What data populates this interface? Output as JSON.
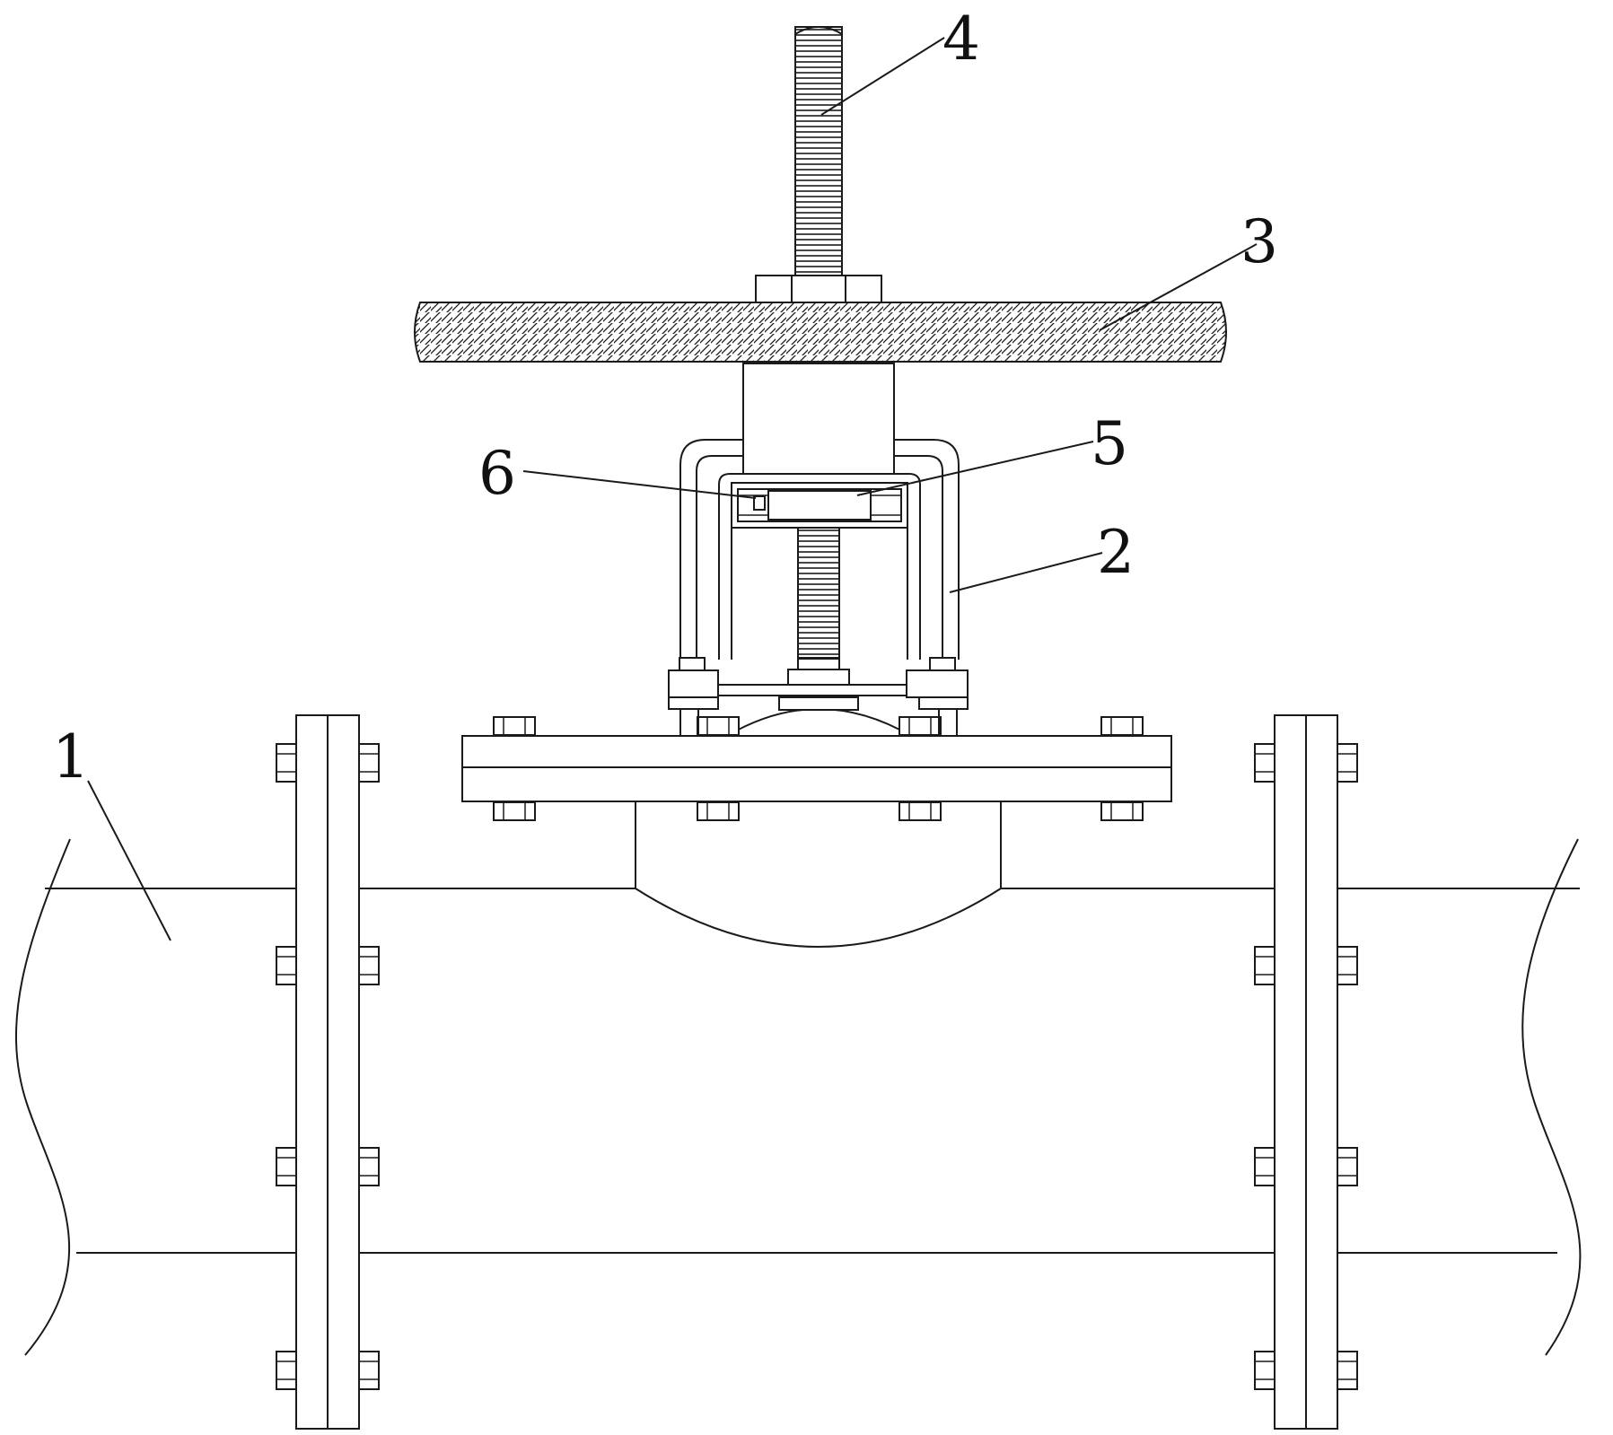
{
  "figure": {
    "callouts": [
      {
        "id": "1",
        "text": "1",
        "part": "pipe"
      },
      {
        "id": "2",
        "text": "2",
        "part": "bracket"
      },
      {
        "id": "3",
        "text": "3",
        "part": "handwheel"
      },
      {
        "id": "4",
        "text": "4",
        "part": "screw-stem"
      },
      {
        "id": "5",
        "text": "5",
        "part": "slider-block"
      },
      {
        "id": "6",
        "text": "6",
        "part": "sensor"
      }
    ]
  },
  "colors": {
    "line": "#1a1a1a",
    "background": "#ffffff"
  }
}
